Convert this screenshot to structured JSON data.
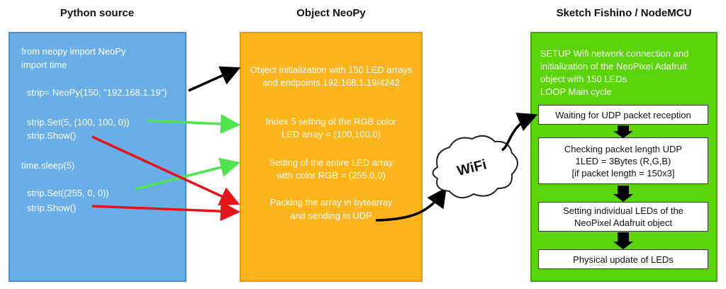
{
  "titles": {
    "python": "Python source",
    "neopy": "Object NeoPy",
    "sketch": "Sketch Fishino / NodeMCU"
  },
  "python": {
    "lines": [
      "from neopy import NeoPy",
      "import time",
      "strip= NeoPy(150, \"192.168.1.19\")",
      "strip.Set(5, (100, 100, 0))",
      "strip.Show()",
      "time.sleep(5)",
      "strip.Set((255, 0, 0))",
      "strip.Show()"
    ]
  },
  "neopy": {
    "items": [
      [
        "Object initialization with 150 LED arrays",
        "and endpoints 192.168.1.19/4242"
      ],
      [
        "Index 5 setting of the RGB color",
        "LED array = (100,100,0)"
      ],
      [
        "Setting of the entire LED array",
        "with color RGB = (255,0,0)"
      ],
      [
        "Packing the array in bytearray",
        "and sending in UDP"
      ]
    ]
  },
  "wifi_label": "WiFi",
  "sketch": {
    "setup": [
      "SETUP Wifi network connection and",
      "initialization of the NeoPixel Adafruit",
      "object with 150 LEDs",
      "LOOP Main cycle"
    ],
    "steps": [
      [
        "Waiting for UDP packet reception"
      ],
      [
        "Checking packet length UDP",
        "1LED = 3Bytes (R,G,B)",
        "[if packet length = 150x3]"
      ],
      [
        "Setting individual LEDs of the",
        "NeoPixel Adafruit object"
      ],
      [
        "Physical update of LEDs"
      ]
    ]
  },
  "colors": {
    "python_panel": "#6aaee8",
    "neopy_panel": "#fbb41c",
    "sketch_panel": "#5bd40b",
    "arrow_black": "#000000",
    "arrow_green": "#4ee44e",
    "arrow_red": "#e3141a"
  }
}
